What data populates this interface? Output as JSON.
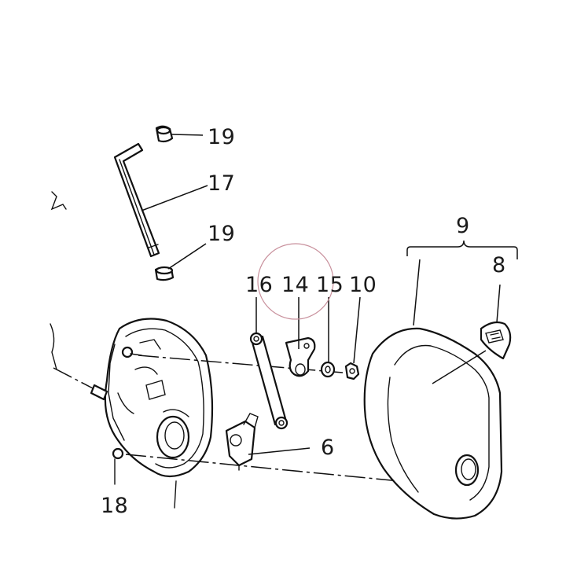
{
  "callouts": {
    "n19_top": "19",
    "n17": "17",
    "n19_bottom": "19",
    "n9": "9",
    "n8": "8",
    "n16": "16",
    "n14": "14",
    "n15": "15",
    "n10": "10",
    "n6": "6",
    "n18": "18"
  },
  "colors": {
    "line": "#111111",
    "highlight_circle": "#c8909c",
    "background": "#ffffff"
  }
}
